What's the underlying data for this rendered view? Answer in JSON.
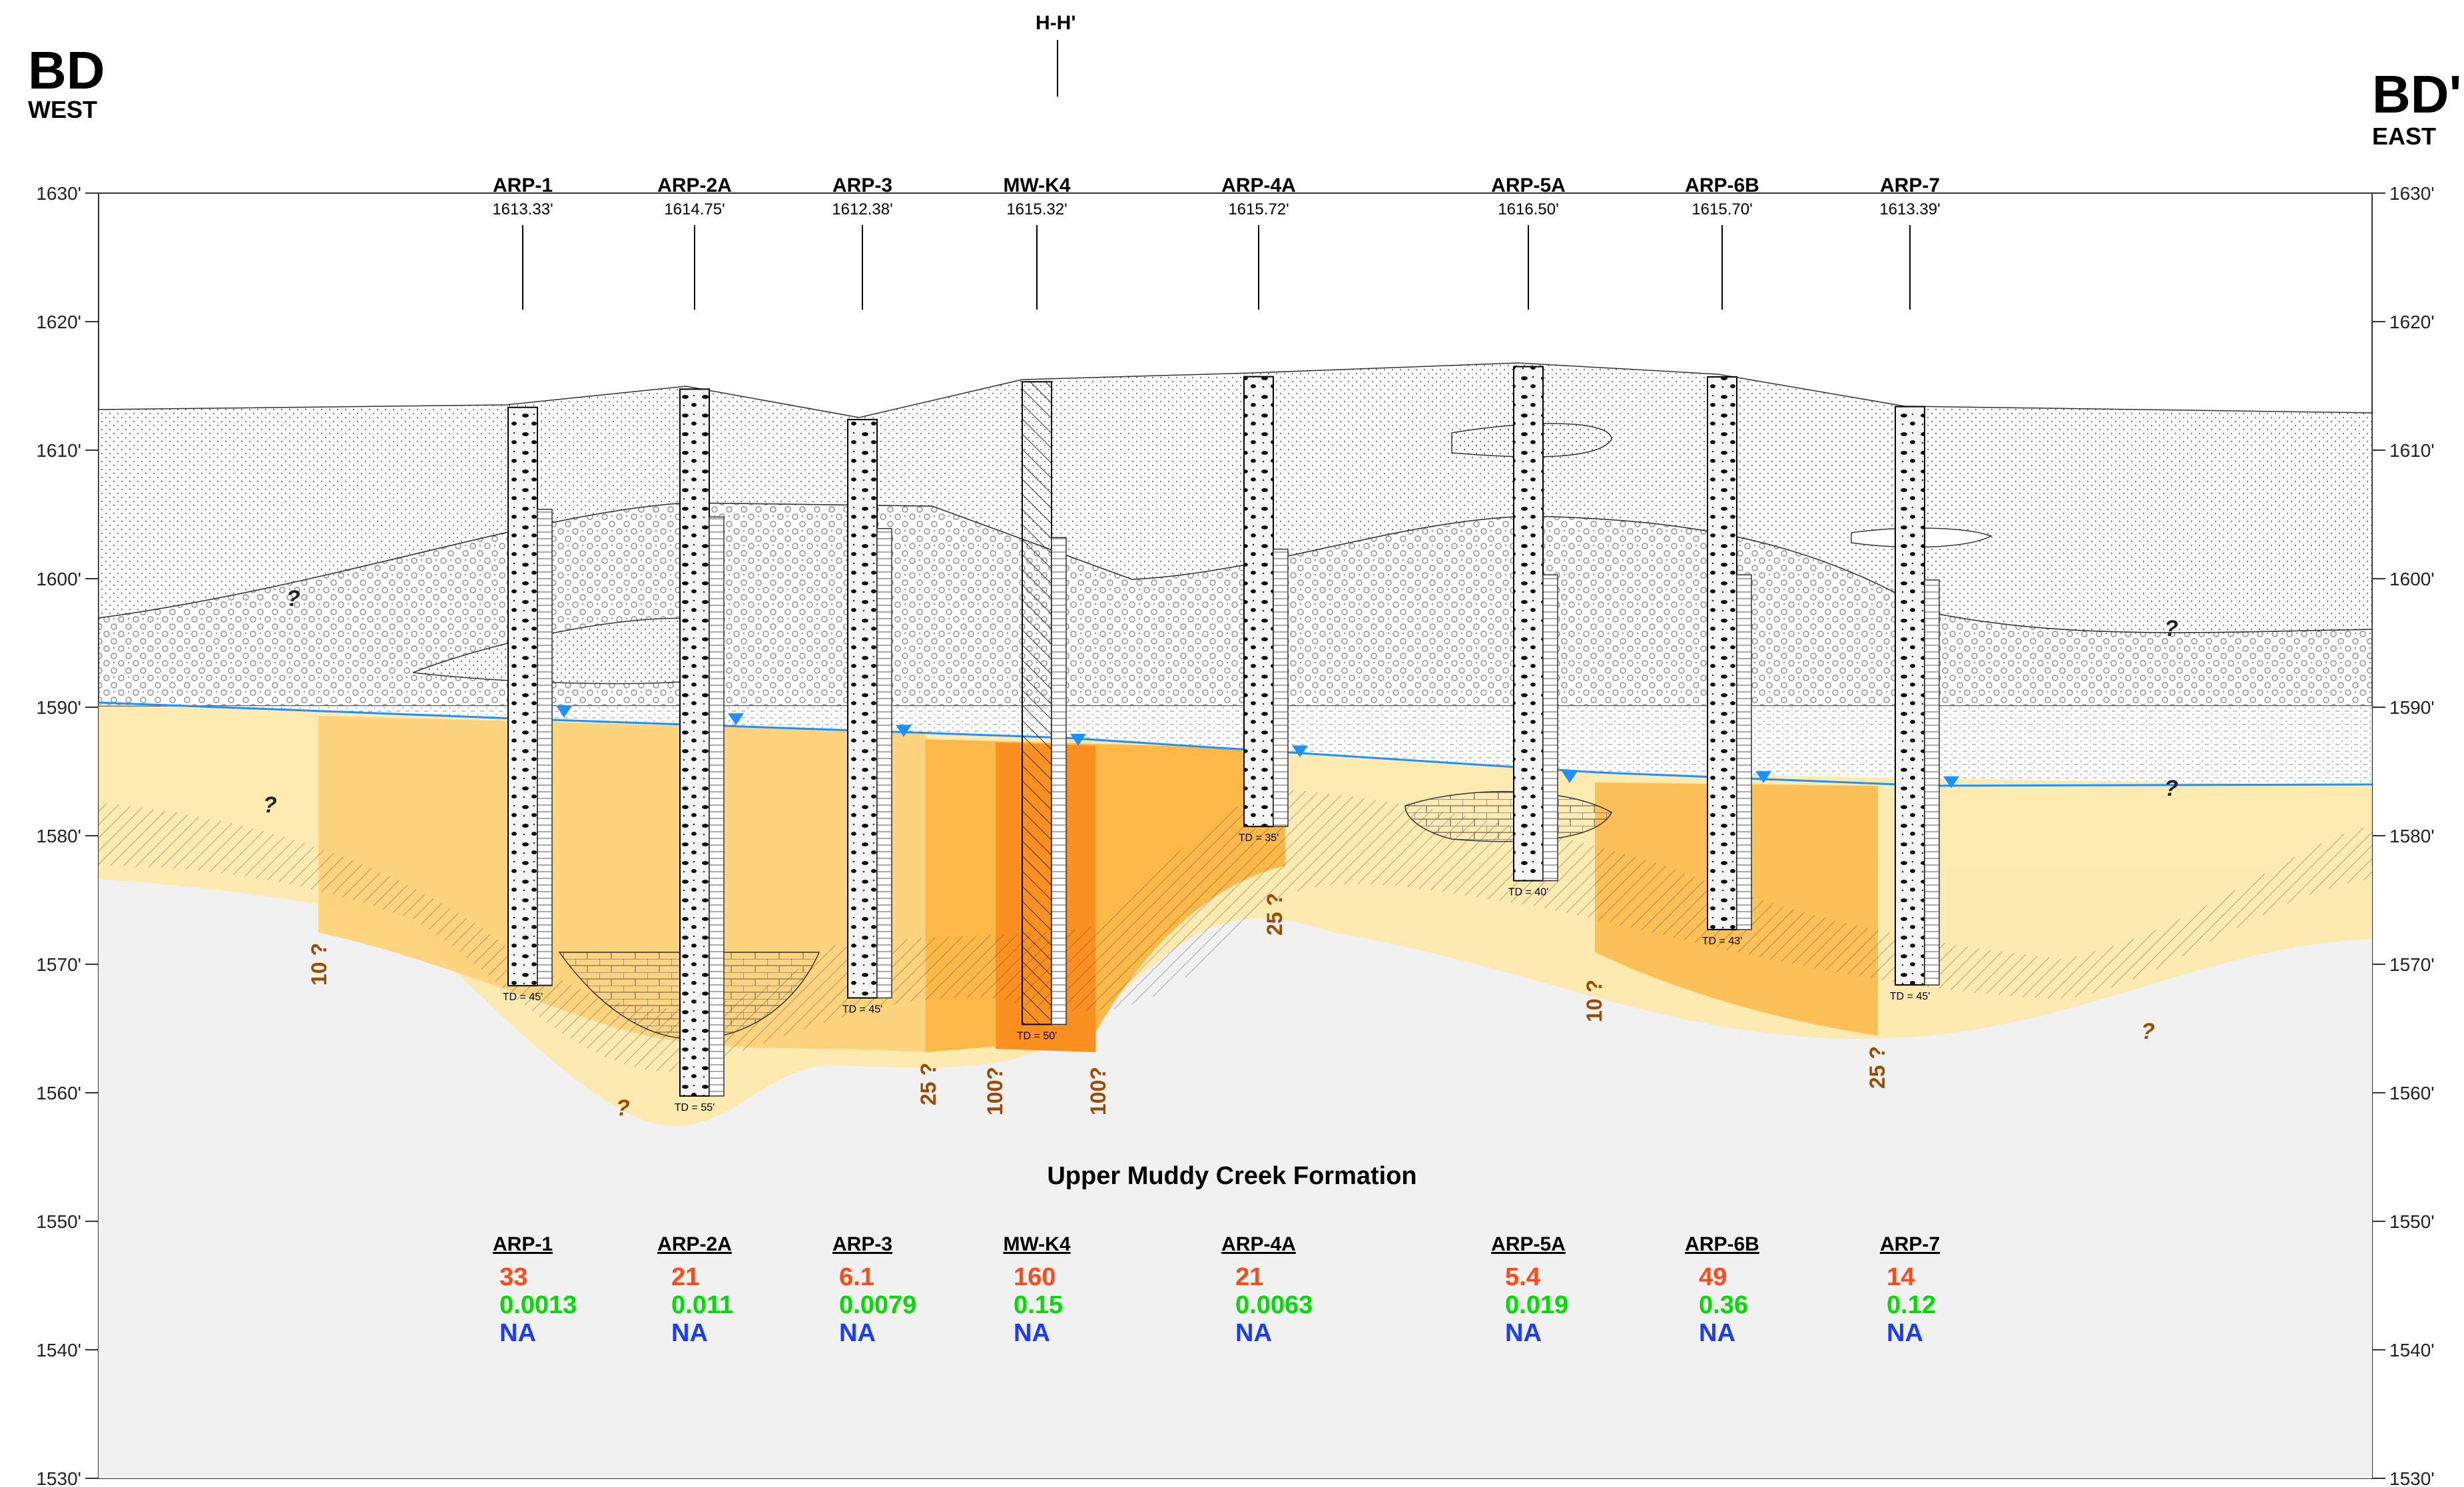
{
  "header": {
    "left_title": "BD",
    "left_direction": "WEST",
    "right_title": "BD'",
    "right_direction": "EAST",
    "intersect_label": "H-H'"
  },
  "axis": {
    "min": 1530,
    "max": 1630,
    "step": 10,
    "ticks": [
      "1630'",
      "1620'",
      "1610'",
      "1600'",
      "1590'",
      "1580'",
      "1570'",
      "1560'",
      "1550'",
      "1540'",
      "1530'"
    ]
  },
  "formation_label": "Upper Muddy Creek Formation",
  "colors": {
    "water_line": "#1e90ff",
    "red_value": "#ff4a1a",
    "green_value": "#00dd00",
    "blue_value": "#1a3cff",
    "estimate_label": "#9b4a00",
    "plume_light": "#fde9a8",
    "plume_mid": "#fdd37a",
    "plume_high": "#fdb847",
    "plume_core": "#fb8f20",
    "bedrock": "#f1f1f1"
  },
  "wells": [
    {
      "name": "ARP-1",
      "elev": "1613.33'",
      "elev_ft": 1613.33,
      "td": "TD = 45'",
      "td_ft": 45,
      "water_ft": 1589.4,
      "v1": "33",
      "v2": "0.0013",
      "v3": "NA"
    },
    {
      "name": "ARP-2A",
      "elev": "1614.75'",
      "elev_ft": 1614.75,
      "td": "TD = 55'",
      "td_ft": 55,
      "water_ft": 1588.8,
      "v1": "21",
      "v2": "0.011",
      "v3": "NA"
    },
    {
      "name": "ARP-3",
      "elev": "1612.38'",
      "elev_ft": 1612.38,
      "td": "TD = 45'",
      "td_ft": 45,
      "water_ft": 1587.9,
      "v1": "6.1",
      "v2": "0.0079",
      "v3": "NA"
    },
    {
      "name": "MW-K4",
      "elev": "1615.32'",
      "elev_ft": 1615.32,
      "td": "TD = 50'",
      "td_ft": 50,
      "water_ft": 1587.2,
      "v1": "160",
      "v2": "0.15",
      "v3": "NA"
    },
    {
      "name": "ARP-4A",
      "elev": "1615.72'",
      "elev_ft": 1615.72,
      "td": "TD = 35'",
      "td_ft": 35,
      "water_ft": 1586.3,
      "v1": "21",
      "v2": "0.0063",
      "v3": "NA"
    },
    {
      "name": "ARP-5A",
      "elev": "1616.50'",
      "elev_ft": 1616.5,
      "td": "TD = 40'",
      "td_ft": 40,
      "water_ft": 1584.3,
      "v1": "5.4",
      "v2": "0.019",
      "v3": "NA"
    },
    {
      "name": "ARP-6B",
      "elev": "1615.70'",
      "elev_ft": 1615.7,
      "td": "TD = 43'",
      "td_ft": 43,
      "water_ft": 1584.3,
      "v1": "49",
      "v2": "0.36",
      "v3": "NA"
    },
    {
      "name": "ARP-7",
      "elev": "1613.39'",
      "elev_ft": 1613.39,
      "td": "TD = 45'",
      "td_ft": 45,
      "water_ft": 1583.9,
      "v1": "14",
      "v2": "0.12",
      "v3": "NA"
    }
  ],
  "estimate_labels": [
    "10 ?",
    "25 ?",
    "100?",
    "100?",
    "25 ?",
    "10 ?",
    "25 ?"
  ],
  "question_marks": [
    "?",
    "?",
    "?",
    "?",
    "?",
    "?"
  ]
}
